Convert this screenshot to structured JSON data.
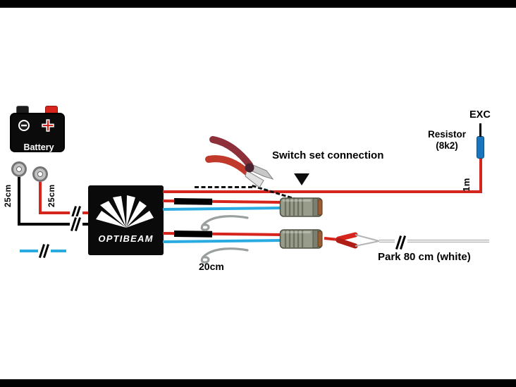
{
  "diagram": {
    "labels": {
      "battery": "Battery",
      "wire_left_length": "25cm",
      "wire_right_length": "25cm",
      "switch_note": "Switch set connection",
      "exc": "EXC",
      "resistor": "Resistor",
      "resistor_value": "(8k2)",
      "resistor_wire_length": "1m",
      "harness_length": "20cm",
      "park_wire": "Park 80 cm (white)",
      "brand": "OPTIBEAM"
    },
    "colors": {
      "positive_red": "#d6251d",
      "signal_blue": "#29abe2",
      "resistor_blue": "#1b75bc",
      "ground_black": "#000000",
      "connector": "#989c8a",
      "seal": "#9a5c33"
    }
  }
}
